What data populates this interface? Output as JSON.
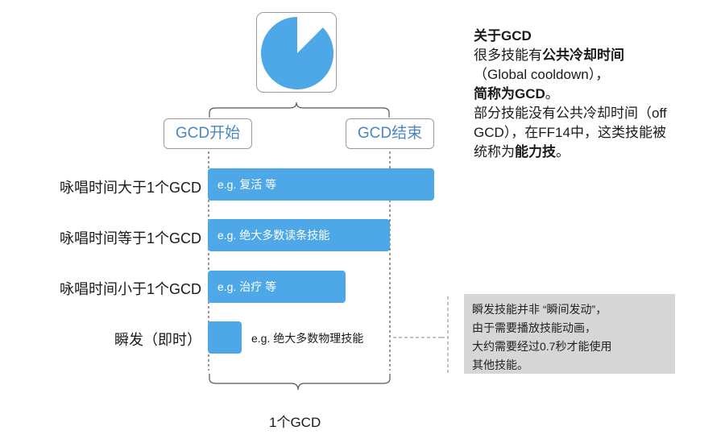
{
  "diagram": {
    "gcd_start_label": "GCD开始",
    "gcd_end_label": "GCD结束",
    "bottom_label": "1个GCD",
    "clock_fraction_elapsed": 0.875,
    "rows": [
      {
        "label": "咏唱时间大于1个GCD",
        "example": "e.g. 复活 等"
      },
      {
        "label": "咏唱时间等于1个GCD",
        "example": "e.g. 绝大多数读条技能"
      },
      {
        "label": "咏唱时间小于1个GCD",
        "example": "e.g. 治疗 等"
      },
      {
        "label": "瞬发（即时）",
        "example": "e.g. 绝大多数物理技能"
      }
    ],
    "colors": {
      "bar": "#4ea8e8",
      "label_text": "#4a86c5",
      "note_bg": "#d6d6d6"
    }
  },
  "info": {
    "title": "关于GCD",
    "l1a": "很多技能有",
    "l1b": "公共冷却时间",
    "l2": "（Global cooldown），",
    "l3a": "简称为GCD",
    "l3b": "。",
    "l4": "部分技能没有公共冷却时间（off GCD），在FF14中，这类技能被统称为",
    "l4b": "能力技",
    "l4c": "。"
  },
  "note": {
    "l1": "瞬发技能并非 “瞬间发动”，",
    "l2": "由于需要播放技能动画，",
    "l3": "大约需要经过0.7秒才能使用",
    "l4": "其他技能。"
  }
}
